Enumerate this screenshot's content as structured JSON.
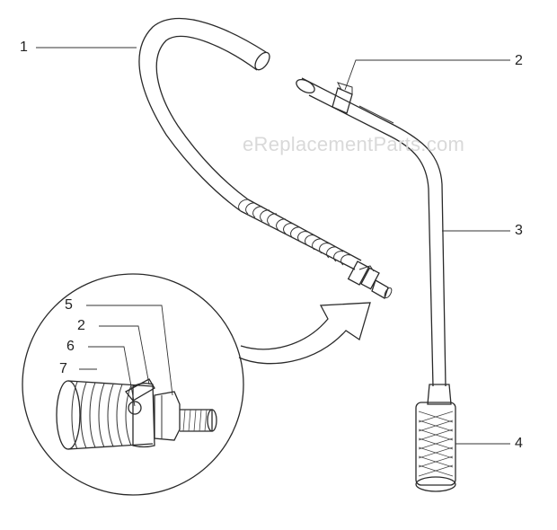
{
  "watermark": "eReplacementParts.com",
  "callouts": {
    "c1": "1",
    "c2_top": "2",
    "c3": "3",
    "c4": "4",
    "c5": "5",
    "c2_inset": "2",
    "c6": "6",
    "c7": "7"
  }
}
